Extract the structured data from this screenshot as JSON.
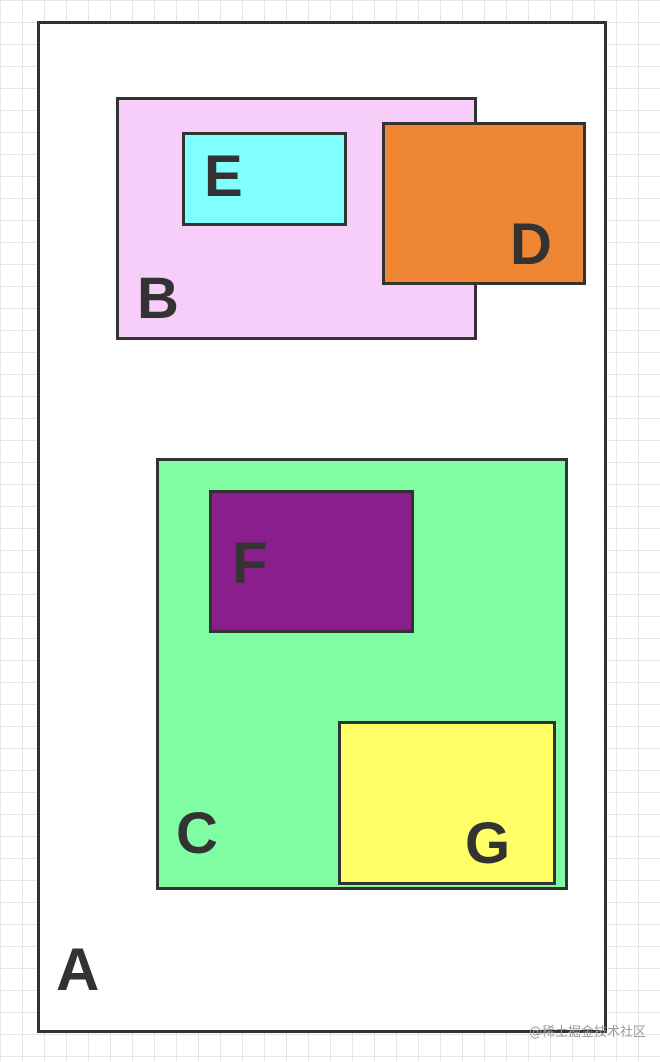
{
  "diagram": {
    "boxes": [
      {
        "id": "a",
        "label": "A",
        "fill": "#ffffff"
      },
      {
        "id": "b",
        "label": "B",
        "fill": "#f7cdf9"
      },
      {
        "id": "e",
        "label": "E",
        "fill": "#80ffff"
      },
      {
        "id": "d",
        "label": "D",
        "fill": "#ef8634"
      },
      {
        "id": "c",
        "label": "C",
        "fill": "#80fda2"
      },
      {
        "id": "f",
        "label": "F",
        "fill": "#8a1e8c"
      },
      {
        "id": "g",
        "label": "G",
        "fill": "#ffff66"
      }
    ],
    "border_color": "#333333",
    "label_color": "#333333"
  },
  "watermark": {
    "text": "@稀土掘金技术社区"
  }
}
